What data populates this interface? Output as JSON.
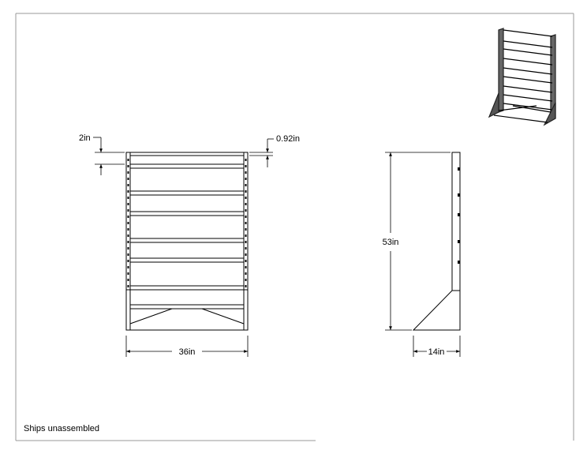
{
  "front_view": {
    "top_rail_height": "2in",
    "shelf_depth": "0.92in",
    "width": "36in"
  },
  "side_view": {
    "height": "53in",
    "depth": "14in"
  },
  "note": "Ships unassembled"
}
